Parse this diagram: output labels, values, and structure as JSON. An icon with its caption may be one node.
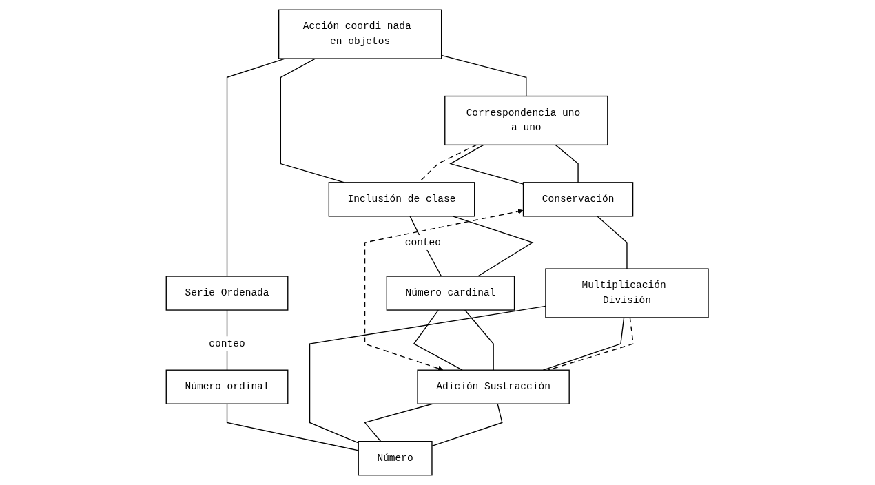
{
  "diagram": {
    "nodes": [
      {
        "text": [
          "Acción coordi nada en objetos"
        ]
      },
      {
        "text": [
          "Correspondencia uno a uno"
        ]
      },
      {
        "text": [
          "Serie Ordenada"
        ]
      },
      {
        "text": [
          "Inclusión de clase"
        ]
      },
      {
        "text": [
          "Conservación"
        ]
      },
      {
        "text": [
          "Número ordinal"
        ]
      },
      {
        "text": [
          "Número cardinal"
        ]
      },
      {
        "text": [
          "Multiplicación División"
        ]
      },
      {
        "text": [
          "Adición Sustracción"
        ]
      },
      {
        "text": [
          "Número"
        ]
      }
    ],
    "edges": [
      {
        "from": 0,
        "to": 1,
        "arrow": "none"
      },
      {
        "from": 0,
        "to": 2,
        "arrow": "none"
      },
      {
        "from": 0,
        "to": 3,
        "arrow": "none"
      },
      {
        "from": 1,
        "to": 3,
        "arrow": "none",
        "style": "dashed"
      },
      {
        "from": 1,
        "to": 4,
        "arrow": "none"
      },
      {
        "from": 1,
        "to": 4,
        "arrow": "none"
      },
      {
        "from": 2,
        "to": 5,
        "arrow": "none",
        "label": "conteo"
      },
      {
        "from": 3,
        "to": 6,
        "arrow": "none",
        "label": "conteo"
      },
      {
        "from": 3,
        "to": 6,
        "arrow": "none"
      },
      {
        "from": 4,
        "to": 8,
        "arrow": "both",
        "style": "dashed"
      },
      {
        "from": 4,
        "to": 7,
        "arrow": "none"
      },
      {
        "from": 6,
        "to": 8,
        "arrow": "none"
      },
      {
        "from": 6,
        "to": 8,
        "arrow": "none"
      },
      {
        "from": 7,
        "to": 8,
        "arrow": "none"
      },
      {
        "from": 7,
        "to": 8,
        "arrow": "none",
        "style": "dashed"
      },
      {
        "from": 5,
        "to": 9,
        "arrow": "none"
      },
      {
        "from": 7,
        "to": 9,
        "arrow": "none"
      },
      {
        "from": 8,
        "to": 9,
        "arrow": "none"
      },
      {
        "from": 8,
        "to": 9,
        "arrow": "none"
      }
    ]
  }
}
